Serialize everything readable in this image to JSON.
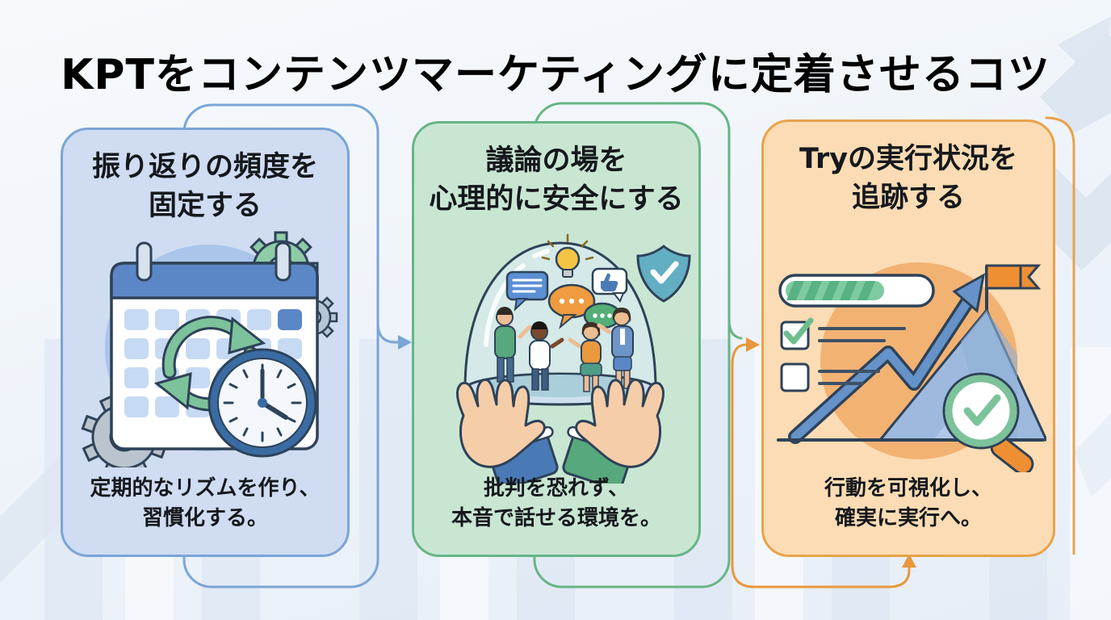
{
  "title": "KPTをコンテンツマーケティングに定着させるコツ",
  "cards": [
    {
      "id": "fix-frequency",
      "title_line1": "振り返りの頻度を",
      "title_line2": "固定する",
      "caption_line1": "定期的なリズムを作り、",
      "caption_line2": "習慣化する。",
      "illustration": "calendar-cycle-clock-gears",
      "accent_color": "#7aa5d6",
      "bg_color": "#cfdcf2"
    },
    {
      "id": "psychological-safety",
      "title_line1": "議論の場を",
      "title_line2": "心理的に安全にする",
      "caption_line1": "批判を恐れず、",
      "caption_line2": "本音で話せる環境を。",
      "illustration": "hands-dome-discussion-shield",
      "accent_color": "#66b585",
      "bg_color": "#c9e6d3"
    },
    {
      "id": "track-try",
      "title_line1": "Tryの実行状況を",
      "title_line2": "追跡する",
      "caption_line1": "行動を可視化し、",
      "caption_line2": "確実に実行へ。",
      "illustration": "progress-chart-flag-magnifier",
      "accent_color": "#e9a24b",
      "bg_color": "#fbdcb4"
    }
  ],
  "colors": {
    "title_text": "#1d5b9f",
    "body_text": "#15181c",
    "background": "#eff4fa",
    "connector_blue": "#7aa5d6",
    "connector_green": "#66b585",
    "connector_orange": "#e9973c"
  }
}
